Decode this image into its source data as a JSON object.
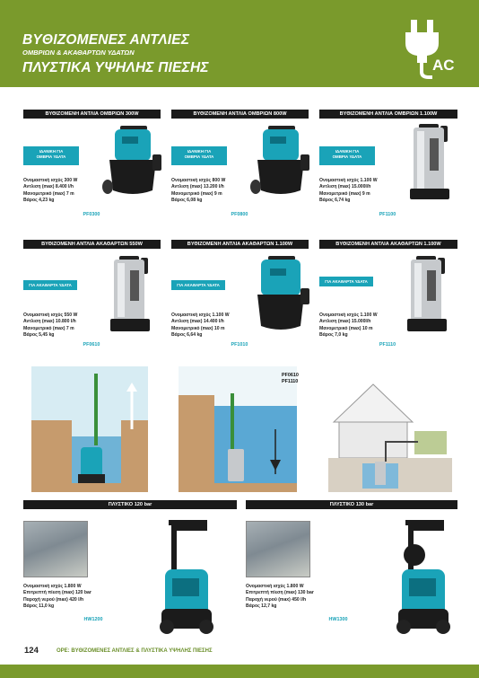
{
  "header": {
    "title_line1": "ΒΥΘΙΖΟΜΕΝΕΣ ΑΝΤΛΙΕΣ",
    "subtitle": "ΟΜΒΡΙΩΝ & ΑΚΑΘΑΡΤΩΝ ΥΔΑΤΩΝ",
    "title_line2": "ΠΛΥΣΤΙΚΑ ΥΨΗΛΗΣ ΠΙΕΣΗΣ",
    "power_badge": "AC",
    "icon": "plug-icon"
  },
  "row1": [
    {
      "heading": "ΒΥΘΙΖΟΜΕΝΗ ΑΝΤΛΙΑ ΟΜΒΡΙΩΝ 300W",
      "tag": [
        "ΙΔΑΝΙΚΗ ΓΙΑ",
        "ΟΜΒΡΙΑ ΥΔΑΤΑ"
      ],
      "specs": [
        "Ονομαστική ισχύς 300 W",
        "Αντλιση (max) 8.400 l/h",
        "Μανομετρικό (max) 7 m",
        "Βάρος 4,23 kg"
      ],
      "code": "PF0300"
    },
    {
      "heading": "ΒΥΘΙΖΟΜΕΝΗ ΑΝΤΛΙΑ ΟΜΒΡΙΩΝ 800W",
      "tag": [
        "ΙΔΑΝΙΚΗ ΓΙΑ",
        "ΟΜΒΡΙΑ ΥΔΑΤΑ"
      ],
      "specs": [
        "Ονομαστική ισχύς 800 W",
        "Αντλιση (max) 13.200 l/h",
        "Μανομετρικό (max) 9 m",
        "Βάρος 6,08 kg"
      ],
      "code": "PF0800"
    },
    {
      "heading": "ΒΥΘΙΖΟΜΕΝΗ ΑΝΤΛΙΑ ΟΜΒΡΙΩΝ 1.100W",
      "tag": [
        "ΙΔΑΝΙΚΗ ΓΙΑ",
        "ΟΜΒΡΙΑ ΥΔΑΤΑ"
      ],
      "specs": [
        "Ονομαστική ισχύς 1.100 W",
        "Αντλιση (max) 15.000l/h",
        "Μανομετρικό (max) 9 m",
        "Βάρος 6,74 kg"
      ],
      "code": "PF1100"
    }
  ],
  "row2": [
    {
      "heading": "ΒΥΘΙΖΟΜΕΝΗ ΑΝΤΛΙΑ ΑΚΑΘΑΡΤΩΝ 550W",
      "tag": [
        "ΓΙΑ ΑΚΑΘΑΡΤΑ ΥΔΑΤΑ"
      ],
      "specs": [
        "Ονομαστική ισχύς 550 W",
        "Αντλιση (max) 10.800 l/h",
        "Μανομετρικό (max) 7 m",
        "Βάρος 5,45 kg"
      ],
      "code": "PF0610"
    },
    {
      "heading": "ΒΥΘΙΖΟΜΕΝΗ ΑΝΤΛΙΑ ΑΚΑΘΑΡΤΩΝ 1.100W",
      "tag": [
        "ΓΙΑ ΑΚΑΘΑΡΤΑ ΥΔΑΤΑ"
      ],
      "specs": [
        "Ονομαστική ισχύς 1.100 W",
        "Αντλιση (max) 14.400 l/h",
        "Μανομετρικό (max) 10 m",
        "Βάρος 6,64 kg"
      ],
      "code": "PF1010"
    },
    {
      "heading": "ΒΥΘΙΖΟΜΕΝΗ ΑΝΤΛΙΑ ΑΚΑΘΑΡΤΩΝ 1.100W",
      "tag": [
        "ΓΙΑ ΑΚΑΘΑΡΤΑ ΥΔΑΤΑ"
      ],
      "specs": [
        "Ονομαστική ισχύς 1.100 W",
        "Αντλιση (max) 15.000l/h",
        "Μανομετρικό (max) 10 m",
        "Βάρος 7,0 kg"
      ],
      "code": "PF1110"
    }
  ],
  "diagram_labels": [
    "PF0610",
    "PF1110"
  ],
  "washers": [
    {
      "heading": "ΠΛΥΣΤΙΚΟ 120 bar",
      "specs": [
        "Ονομαστική ισχύς 1.800 W",
        "Επιτρεπτή πίεση (max) 120 bar",
        "Παροχή νερού (max) 420 l/h",
        "Βάρος 11,0 kg"
      ],
      "code": "HW1200"
    },
    {
      "heading": "ΠΛΥΣΤΙΚΟ 130 bar",
      "specs": [
        "Ονομαστική ισχύς 1.800 W",
        "Επιτρεπτή πίεση (max) 130 bar",
        "Παροχή νερού (max) 450 l/h",
        "Βάρος 12,7 kg"
      ],
      "code": "HW1300"
    }
  ],
  "footer": {
    "page": "124",
    "text": "OPE: ΒΥΘΙΖΟΜΕΝΕΣ ΑΝΤΛΙΕΣ & ΠΛΥΣΤΙΚΑ ΥΨΗΛΗΣ ΠΙΕΣΗΣ"
  },
  "colors": {
    "header_green": "#7a9a2c",
    "accent_teal": "#1aa3b8",
    "heading_bar": "#1a1a1a"
  }
}
